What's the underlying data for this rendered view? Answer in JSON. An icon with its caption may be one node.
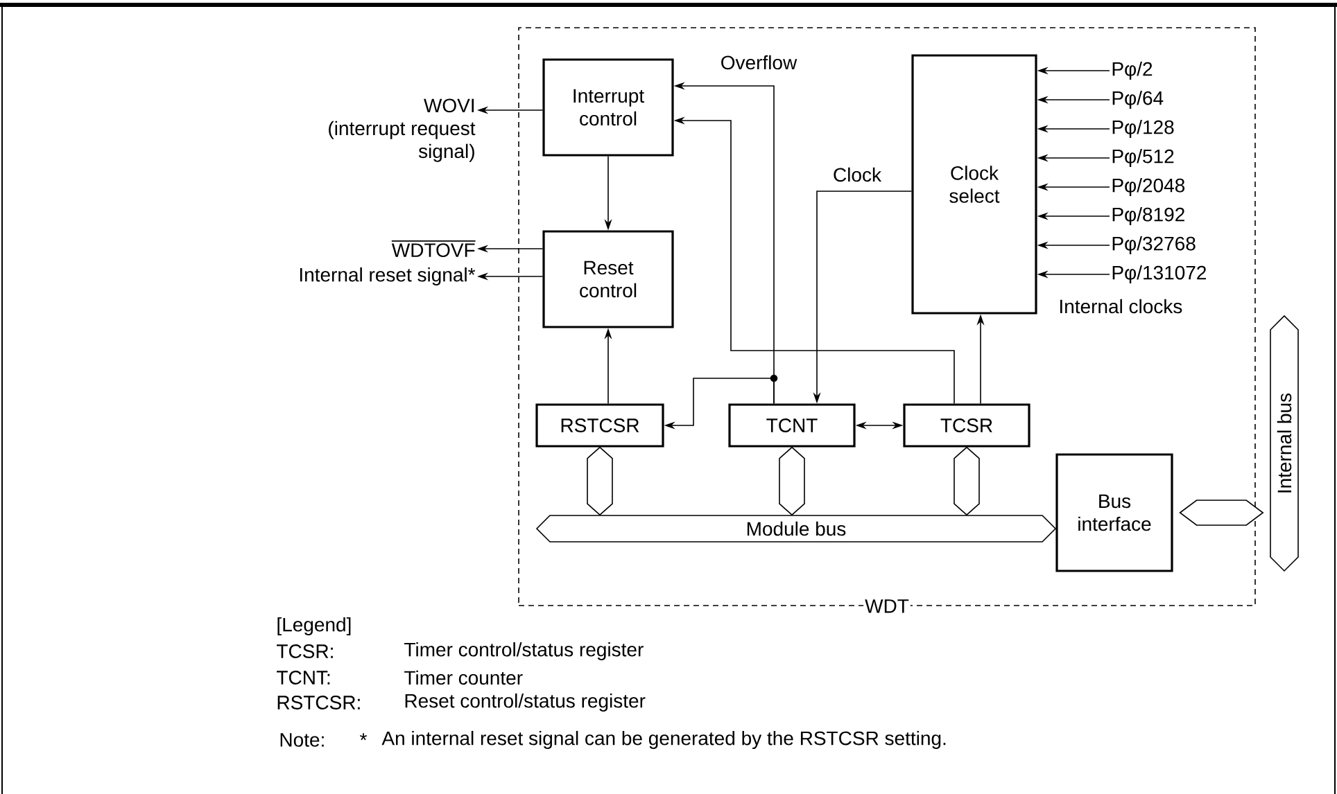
{
  "diagram": {
    "nodes": [
      {
        "text": [
          "WDT"
        ]
      },
      {
        "text": [
          "Interrupt control"
        ],
        "in": 0
      },
      {
        "text": [
          "Reset control"
        ],
        "in": 0
      },
      {
        "text": [
          "Clock select"
        ],
        "in": 0
      },
      {
        "text": [
          "RSTCSR"
        ],
        "in": 0
      },
      {
        "text": [
          "TCNT"
        ],
        "in": 0
      },
      {
        "text": [
          "TCSR"
        ],
        "in": 0
      },
      {
        "text": [
          "Bus interface"
        ],
        "in": 0
      },
      {
        "text": [
          "Module bus"
        ],
        "in": 0
      },
      {
        "text": [
          "Internal bus"
        ]
      },
      {
        "text": [
          "WOVI",
          "(interrupt request signal)"
        ]
      },
      {
        "text": [
          "WDTOVF"
        ]
      },
      {
        "text": [
          "Internal reset signal*"
        ]
      },
      {
        "text": [
          "Pφ/2"
        ],
        "in": 0
      },
      {
        "text": [
          "Pφ/64"
        ],
        "in": 0
      },
      {
        "text": [
          "Pφ/128"
        ],
        "in": 0
      },
      {
        "text": [
          "Pφ/512"
        ],
        "in": 0
      },
      {
        "text": [
          "Pφ/2048"
        ],
        "in": 0
      },
      {
        "text": [
          "Pφ/8192"
        ],
        "in": 0
      },
      {
        "text": [
          "Pφ/32768"
        ],
        "in": 0
      },
      {
        "text": [
          "Pφ/131072"
        ],
        "in": 0
      }
    ],
    "edges": [
      {
        "from": 1,
        "to": 10,
        "arrow": "to"
      },
      {
        "from": 2,
        "to": 11,
        "arrow": "to"
      },
      {
        "from": 2,
        "to": 12,
        "arrow": "to"
      },
      {
        "from": 1,
        "to": 2,
        "arrow": "to"
      },
      {
        "from": 4,
        "to": 2,
        "arrow": "to"
      },
      {
        "from": 5,
        "to": 1,
        "arrow": "to",
        "label": "Overflow"
      },
      {
        "from": 5,
        "to": 4,
        "arrow": "to"
      },
      {
        "from": 6,
        "to": 1,
        "arrow": "to"
      },
      {
        "from": 3,
        "to": 5,
        "arrow": "to",
        "label": "Clock"
      },
      {
        "from": 6,
        "to": 3,
        "arrow": "to"
      },
      {
        "from": 5,
        "to": 6,
        "arrow": "both"
      },
      {
        "from": 13,
        "to": 3,
        "arrow": "to"
      },
      {
        "from": 14,
        "to": 3,
        "arrow": "to"
      },
      {
        "from": 15,
        "to": 3,
        "arrow": "to"
      },
      {
        "from": 16,
        "to": 3,
        "arrow": "to"
      },
      {
        "from": 17,
        "to": 3,
        "arrow": "to"
      },
      {
        "from": 18,
        "to": 3,
        "arrow": "to"
      },
      {
        "from": 19,
        "to": 3,
        "arrow": "to"
      },
      {
        "from": 20,
        "to": 3,
        "arrow": "to"
      },
      {
        "from": 4,
        "to": 8,
        "arrow": "both"
      },
      {
        "from": 5,
        "to": 8,
        "arrow": "both"
      },
      {
        "from": 6,
        "to": 8,
        "arrow": "both"
      },
      {
        "from": 7,
        "to": 9,
        "arrow": "both"
      }
    ],
    "labels": [
      "Internal clocks",
      "[Legend]",
      "TCSR:",
      "Timer control/status register",
      "TCNT:",
      "Timer counter",
      "RSTCSR:",
      "Reset control/status register",
      "Note:",
      "*",
      "An internal reset signal can be generated by the RSTCSR setting."
    ]
  }
}
